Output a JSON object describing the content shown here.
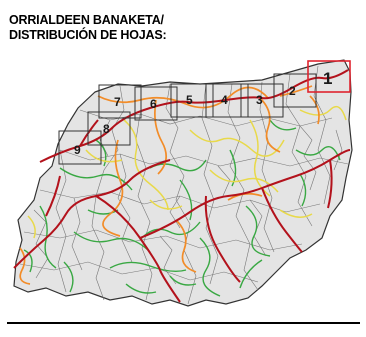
{
  "title": {
    "line1": "ORRIALDEEN BANAKETA/",
    "line2": "DISTRIBUCIÓN DE HOJAS:"
  },
  "map": {
    "territory_fill": "#e4e4e4",
    "border_color": "#333333",
    "route_colors": {
      "main": "#b3121c",
      "secondary": "#f28c28",
      "tertiary": "#e8d94a",
      "local": "#39a843"
    },
    "highlight_color": "#e0242f",
    "sheets": [
      {
        "id": "1",
        "label": "1",
        "highlighted": true
      },
      {
        "id": "2",
        "label": "2",
        "highlighted": false
      },
      {
        "id": "3",
        "label": "3",
        "highlighted": false
      },
      {
        "id": "4",
        "label": "4",
        "highlighted": false
      },
      {
        "id": "5",
        "label": "5",
        "highlighted": false
      },
      {
        "id": "6",
        "label": "6",
        "highlighted": false
      },
      {
        "id": "7",
        "label": "7",
        "highlighted": false
      },
      {
        "id": "8",
        "label": "8",
        "highlighted": false
      },
      {
        "id": "9",
        "label": "9",
        "highlighted": false
      }
    ]
  }
}
